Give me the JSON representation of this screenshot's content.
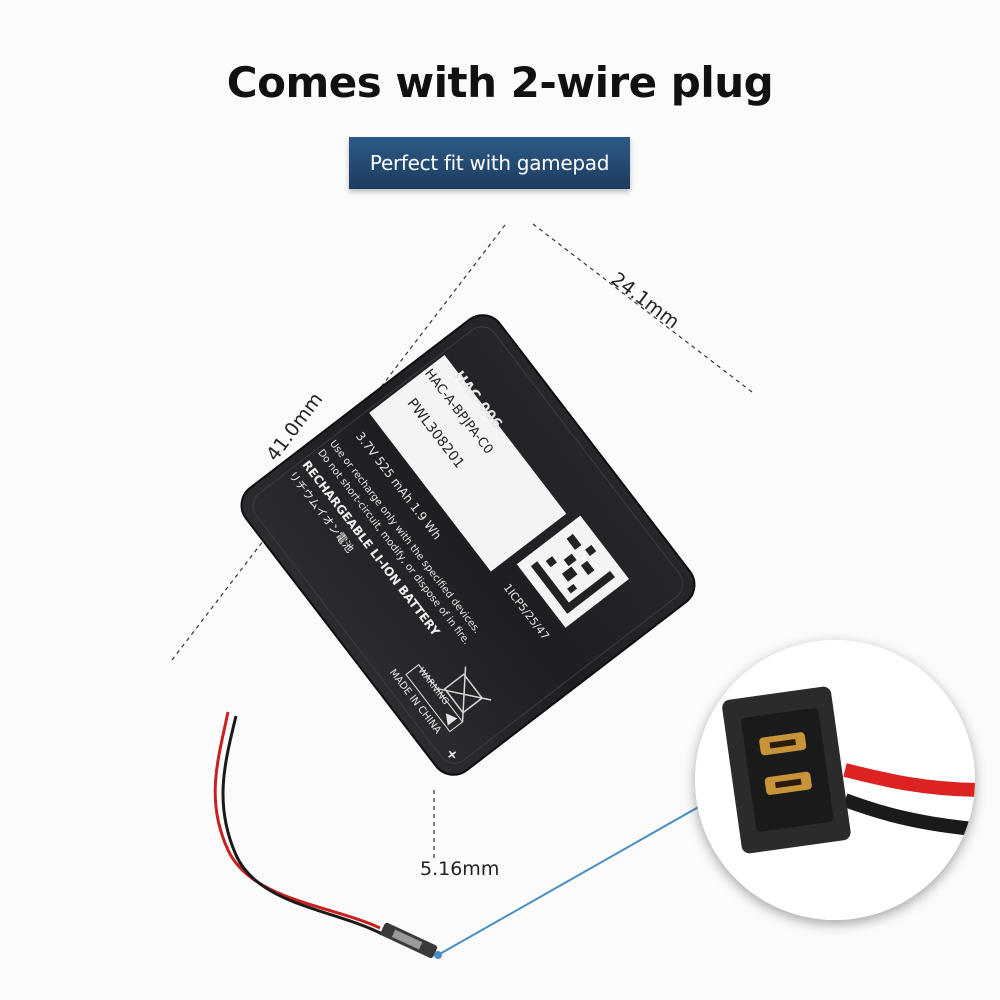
{
  "header": {
    "title": "Comes with 2-wire plug",
    "badge": "Perfect fit with gamepad"
  },
  "dimensions": {
    "length": "41.0mm",
    "width": "24.1mm",
    "thickness": "5.16mm"
  },
  "battery_label": {
    "model": "HAC-006",
    "type": "RECHARGEABLE LI-ION BATTERY",
    "japanese": "リチウムイオン電池",
    "instruction_1": "Use or recharge only with the specified devices.",
    "instruction_2": "Do not short-circuit, modify, or dispose of in fire.",
    "spec": "3.7V 525 mAh 1.9 Wh",
    "cell_code": "1ICP5/25/47",
    "part_number": "HAC-A-BPJPA-C0",
    "serial": "PWL308201",
    "warning": "WARNING",
    "origin": "MADE IN CHINA",
    "polarity": "+"
  },
  "colors": {
    "background": "#fbfbfc",
    "badge": "#244a72",
    "battery_body": "#1e1f22",
    "red_wire": "#c82020",
    "black_wire": "#1a1a1a",
    "callout_line": "#4a8dc4"
  },
  "icons": [
    "crossed-bin-icon",
    "warning-triangle-icon",
    "plus-terminal-icon"
  ]
}
